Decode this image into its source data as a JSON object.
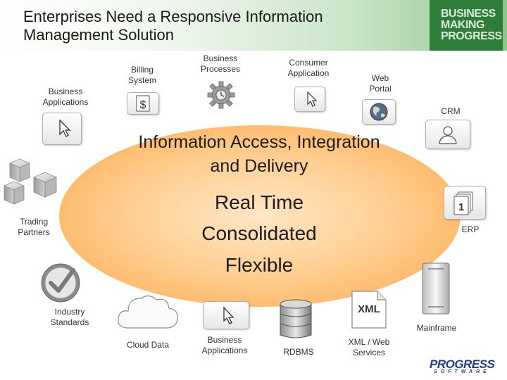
{
  "slide": {
    "title": "Enterprises Need a Responsive Information Management Solution",
    "brand": {
      "line1": "BUSINESS",
      "line2": "MAKING",
      "line3": "PROGRESS"
    },
    "logo": {
      "word": "PROGRESS",
      "tagline": "SOFTWARE"
    }
  },
  "center": {
    "title": "Information Access, Integration and Delivery",
    "lines": [
      "Real Time",
      "Consolidated",
      "Flexible"
    ]
  },
  "nodes": {
    "business_applications_top": "Business Applications",
    "billing_system": "Billing System",
    "business_processes": "Business Processes",
    "consumer_application": "Consumer Application",
    "web_portal": "Web Portal",
    "crm": "CRM",
    "trading_partners": "Trading Partners",
    "erp": "ERP",
    "industry_standards": "Industry Standards",
    "mainframe": "Mainframe",
    "cloud_data": "Cloud Data",
    "business_applications_bottom": "Business Applications",
    "rdbms": "RDBMS",
    "xml_web_services": "XML / Web Services"
  },
  "icons": {
    "xml_doc_text": "XML",
    "erp_number": "1",
    "billing_symbol": "$",
    "names": [
      "cursor-icon",
      "dollar-document-icon",
      "gear-icon",
      "globe-icon",
      "user-icon",
      "cubes-icon",
      "checkmark-icon",
      "cloud-icon",
      "database-icon",
      "xml-document-icon",
      "stack-icon",
      "server-tower-icon"
    ]
  }
}
